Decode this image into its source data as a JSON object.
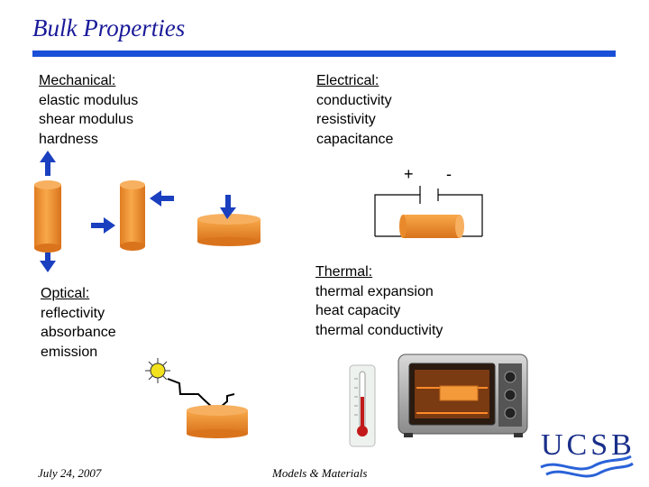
{
  "slide": {
    "title": "Bulk Properties",
    "colors": {
      "title": "#1a1a9a",
      "rule": "#1a50d8",
      "cylinder": "#f59a3a",
      "arrow": "#1a3fbf",
      "logo": "#1a2f8a"
    }
  },
  "mechanical": {
    "heading": "Mechanical:",
    "items": [
      "elastic modulus",
      "shear modulus",
      "hardness"
    ]
  },
  "electrical": {
    "heading": "Electrical:",
    "items": [
      "conductivity",
      "resistivity",
      "capacitance"
    ],
    "plus": "+",
    "minus": "-"
  },
  "optical": {
    "heading": "Optical:",
    "items": [
      "reflectivity",
      "absorbance",
      "emission"
    ]
  },
  "thermal": {
    "heading": "Thermal:",
    "items": [
      "thermal expansion",
      "heat capacity",
      "thermal conductivity"
    ]
  },
  "footer": {
    "date": "July 24, 2007",
    "center": "Models & Materials",
    "logo": "UCSB"
  },
  "icons": [
    "arrow-icon",
    "sun-icon",
    "thermometer-icon",
    "toaster-oven-icon",
    "battery-icon",
    "ucsb-logo"
  ]
}
